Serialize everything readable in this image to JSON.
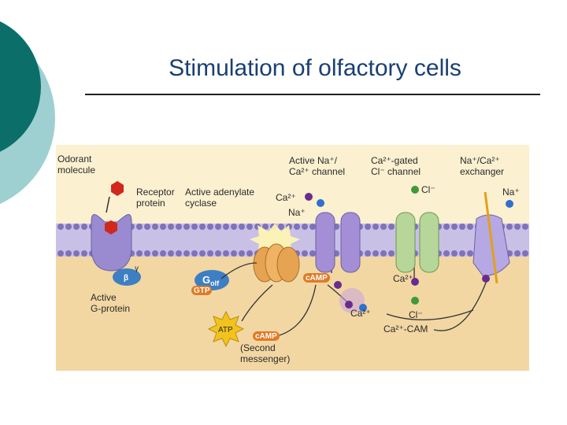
{
  "slide": {
    "title": "Stimulation of olfactory cells",
    "colors": {
      "title": "#1a3f73",
      "accent_dark": "#0b6e69",
      "accent_light": "#9fd0d1"
    }
  },
  "figure": {
    "colors": {
      "background": "#fbf0d0",
      "membrane": "#7f72b8",
      "cytoplasm": "#f2d7a3",
      "receptor": "#9a8ad0",
      "g_protein": "#3d7fc2",
      "adenylate_cyclase": "#e6a453",
      "camp": "#e07a26",
      "cl_channel": "#b6d69a",
      "cation_channel": "#a48ed6",
      "ca_ion": "#6a2b8f",
      "na_ion": "#2f6fd0",
      "cl_ion": "#3f9a3a"
    },
    "labels": {
      "odorant": [
        "Odorant",
        "molecule"
      ],
      "receptor": [
        "Receptor",
        "protein"
      ],
      "adenylate": [
        "Active adenylate",
        "cyclase"
      ],
      "active_channel": [
        "Active Na⁺/",
        "Ca²⁺ channel"
      ],
      "ca_gated": [
        "Ca²⁺-gated",
        "Cl⁻ channel"
      ],
      "exchanger": [
        "Na⁺/Ca²⁺",
        "exchanger"
      ],
      "ca_top": "Ca²⁺",
      "na_top": "Na⁺",
      "cl_top": "Cl⁻",
      "na_right": "Na⁺",
      "beta": "β",
      "gamma": "γ",
      "g_olf": "G",
      "g_olf_sub": "olf",
      "gtp": "GTP",
      "active_g": [
        "Active",
        "G-protein"
      ],
      "atp": "ATP",
      "camp_center": "cAMP",
      "camp_bottom": "cAMP",
      "second_messenger": [
        "(Second",
        "messenger)"
      ],
      "ca_channel": "Ca²⁺",
      "ca_cytosol": "Ca²⁺",
      "cl_bottom": "Cl⁻",
      "ca_cam": "Ca²⁺-CAM"
    }
  }
}
